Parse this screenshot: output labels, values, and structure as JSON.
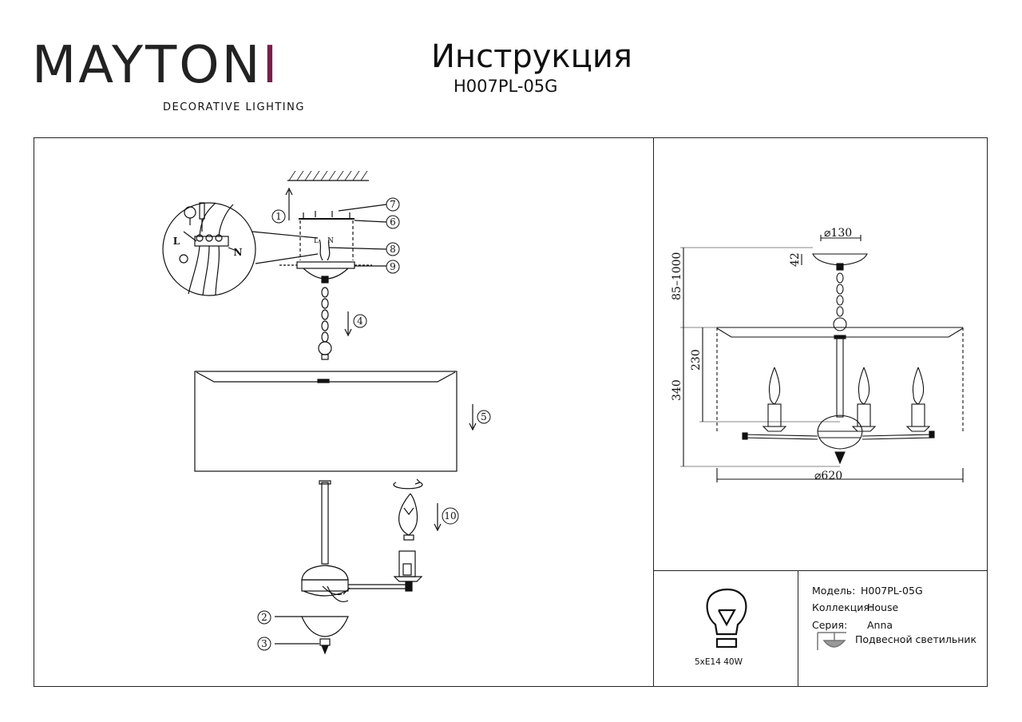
{
  "header": {
    "logo_word": "MAYTONI",
    "logo_tagline": "DECORATIVE LIGHTING",
    "title": "Инструкция",
    "model_code": "H007PL-05G",
    "brand_accent": "#7a1f4a"
  },
  "assembly": {
    "callouts": [
      "1",
      "2",
      "3",
      "4",
      "5",
      "6",
      "7",
      "8",
      "9",
      "10"
    ],
    "wire_labels": {
      "L": "L",
      "N": "N"
    }
  },
  "dimensions": {
    "canopy_diameter": "⌀130",
    "canopy_height": "42",
    "chain_range": "85–1000",
    "shade_height": "230",
    "total_height": "340",
    "shade_diameter": "⌀620"
  },
  "spec": {
    "lamp": "5xE14 40W",
    "model_label": "Модель:",
    "model_value": "H007PL-05G",
    "collection_label": "Коллекция:",
    "collection_value": "House",
    "series_label": "Серия:",
    "series_value": "Anna",
    "type_value": "Подвесной светильник"
  }
}
